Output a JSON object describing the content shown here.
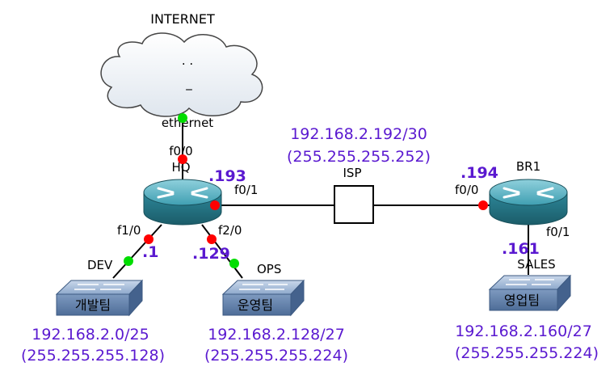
{
  "colors": {
    "ip_text": "#5a19d0",
    "port_down": "#ff0000",
    "port_up": "#00dd00",
    "router_body": "#2a8a9c",
    "switch_body": "#6f8fb8",
    "link": "#000000"
  },
  "cloud": {
    "label": "INTERNET",
    "dots": ".  .",
    "dash": "_",
    "port_label": "ethernet"
  },
  "hq": {
    "name": "HQ",
    "port_up": "f0/0",
    "port_right": "f0/1",
    "port_left": "f1/0",
    "port_right2": "f2/0",
    "octet_wan": ".193",
    "octet_dev": ".1",
    "octet_ops": ".129"
  },
  "isp": {
    "label": "ISP",
    "network": "192.168.2.192/30",
    "mask": "(255.255.255.252)"
  },
  "br1": {
    "name": "BR1",
    "port_left": "f0/0",
    "port_down": "f0/1",
    "octet_wan": ".194",
    "octet_lan": ".161"
  },
  "switches": {
    "dev": {
      "label": "DEV",
      "name": "개발팀",
      "network": "192.168.2.0/25",
      "mask": "(255.255.255.128)"
    },
    "ops": {
      "label": "OPS",
      "name": "운영팀",
      "network": "192.168.2.128/27",
      "mask": "(255.255.255.224)"
    },
    "sales": {
      "label": "SALES",
      "name": "영업팀",
      "network": "192.168.2.160/27",
      "mask": "(255.255.255.224)"
    }
  }
}
